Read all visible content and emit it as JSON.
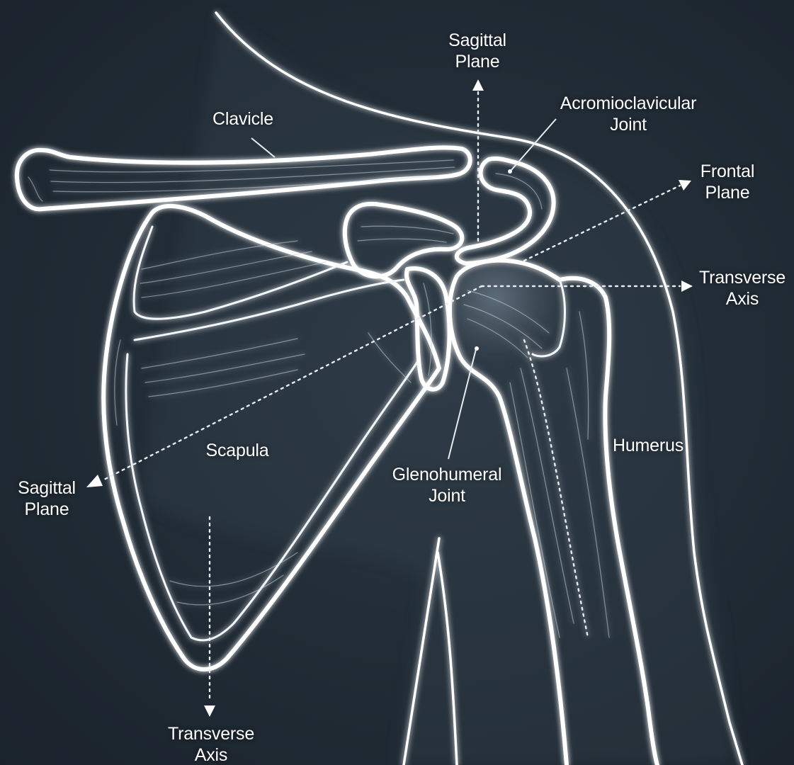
{
  "labels": {
    "sagittal_plane_top": {
      "line1": "Sagittal",
      "line2": "Plane"
    },
    "clavicle": "Clavicle",
    "acromioclavicular_joint": {
      "line1": "Acromioclavicular",
      "line2": "Joint"
    },
    "frontal_plane": {
      "line1": "Frontal",
      "line2": "Plane"
    },
    "transverse_axis_right": {
      "line1": "Transverse",
      "line2": "Axis"
    },
    "scapula": "Scapula",
    "humerus": "Humerus",
    "glenohumeral_joint": {
      "line1": "Glenohumeral",
      "line2": "Joint"
    },
    "sagittal_plane_left": {
      "line1": "Sagittal",
      "line2": "Plane"
    },
    "transverse_axis_bottom": {
      "line1": "Transverse",
      "line2": "Axis"
    }
  },
  "colors": {
    "background": "#1d2730",
    "bone_outline": "#ffffff",
    "fiber": "#c9d3dc"
  }
}
